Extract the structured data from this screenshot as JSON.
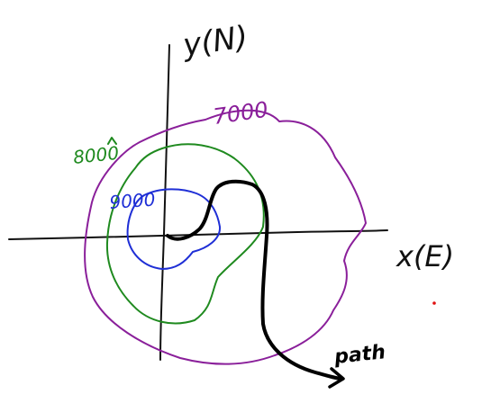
{
  "labels": {
    "y_axis": "y(N)",
    "x_axis": "x(E)",
    "path": "path"
  },
  "contours": [
    {
      "value": "7000",
      "color": "#8a1f9a"
    },
    {
      "value": "8000",
      "color": "#1f8a1f"
    },
    {
      "value": "9000",
      "color": "#1f2fd6"
    }
  ],
  "colors": {
    "axes": "#111111",
    "path": "#000000",
    "dot": "#e01010"
  }
}
